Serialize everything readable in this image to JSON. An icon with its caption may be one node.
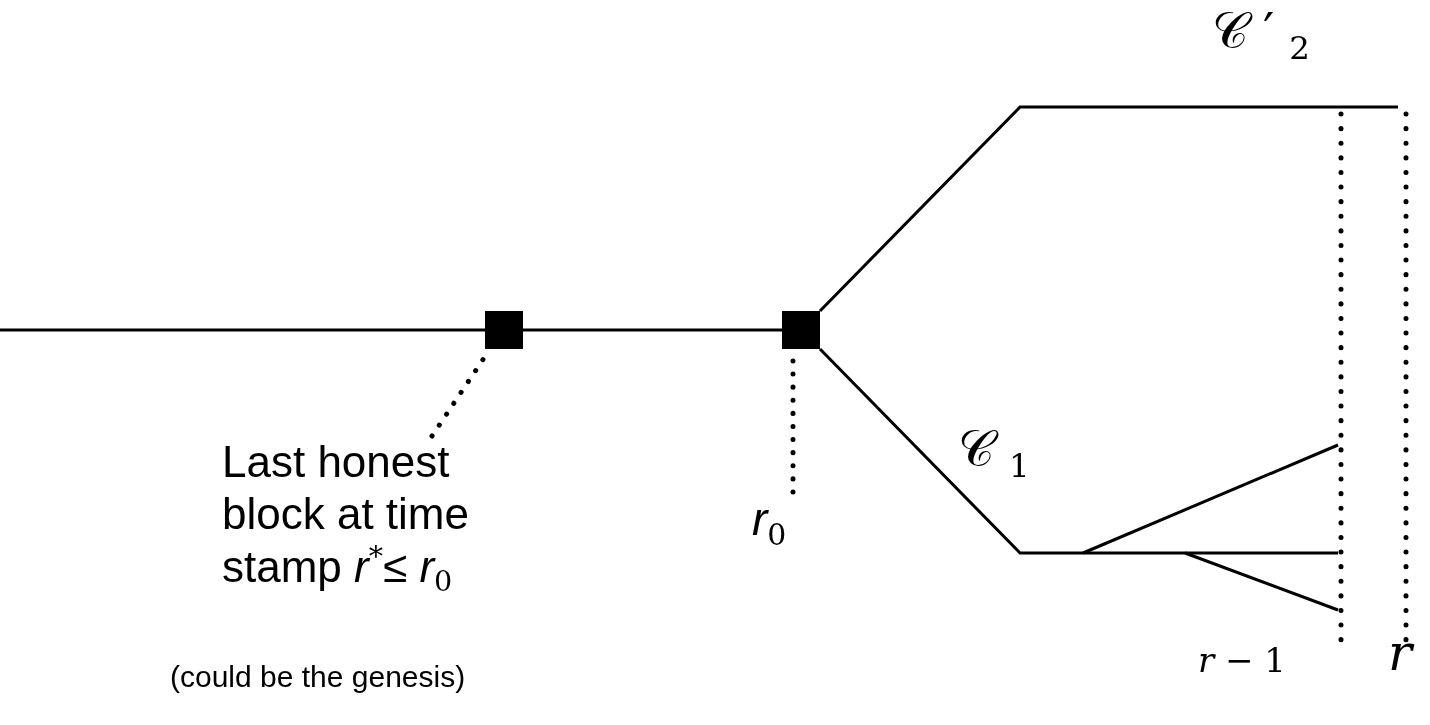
{
  "diagram": {
    "nodes": [
      {
        "text": [],
        "shape": "box"
      },
      {
        "text": [],
        "shape": "box"
      },
      {
        "text": [
          "Last honest block at time stamp *r*$^{*}$≤ *r*$_{0}$"
        ]
      },
      {
        "text": [
          "*r*$_{0}$"
        ]
      }
    ],
    "edges": [
      {
        "from": null,
        "to": 0,
        "arrow": "none"
      },
      {
        "from": 0,
        "to": 1,
        "arrow": "none"
      },
      {
        "from": 1,
        "to": null,
        "arrow": "none",
        "label": "𝒞′$_{2}$"
      },
      {
        "from": 1,
        "to": null,
        "arrow": "none",
        "label": "𝒞$_{1}$"
      },
      {
        "from": 2,
        "to": 0,
        "arrow": "none",
        "style": "dashed"
      },
      {
        "from": 3,
        "to": 1,
        "arrow": "none",
        "style": "dashed"
      }
    ],
    "labels": [
      "(could be the genesis)",
      "*r* − 1",
      "*r*"
    ]
  }
}
